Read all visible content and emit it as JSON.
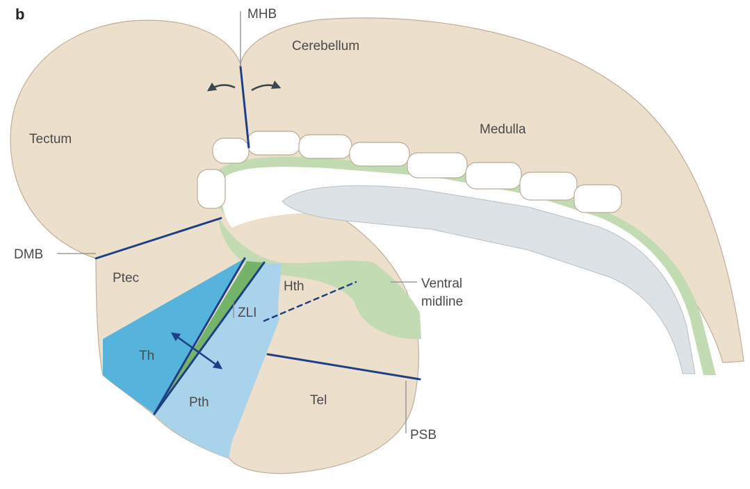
{
  "panel_letter": "b",
  "labels": {
    "mhb": "MHB",
    "cerebellum": "Cerebellum",
    "medulla": "Medulla",
    "tectum": "Tectum",
    "dmb": "DMB",
    "ptec": "Ptec",
    "hth": "Hth",
    "zli": "ZLI",
    "th": "Th",
    "pth": "Pth",
    "tel": "Tel",
    "psb": "PSB",
    "ventral_line1": "Ventral",
    "ventral_line2": "midline"
  },
  "colors": {
    "tissue": "#ecdfcc",
    "tissue_edge": "#bfae98",
    "midline_green": "#c3dbb2",
    "zli_green": "#74b36a",
    "ventricle_gray": "#dde2e6",
    "thalamus_blue": "#55b3dc",
    "prethalamus_blue": "#a9d3ea",
    "boundary_navy": "#1c3f85",
    "arrow_dark": "#3a4650"
  }
}
